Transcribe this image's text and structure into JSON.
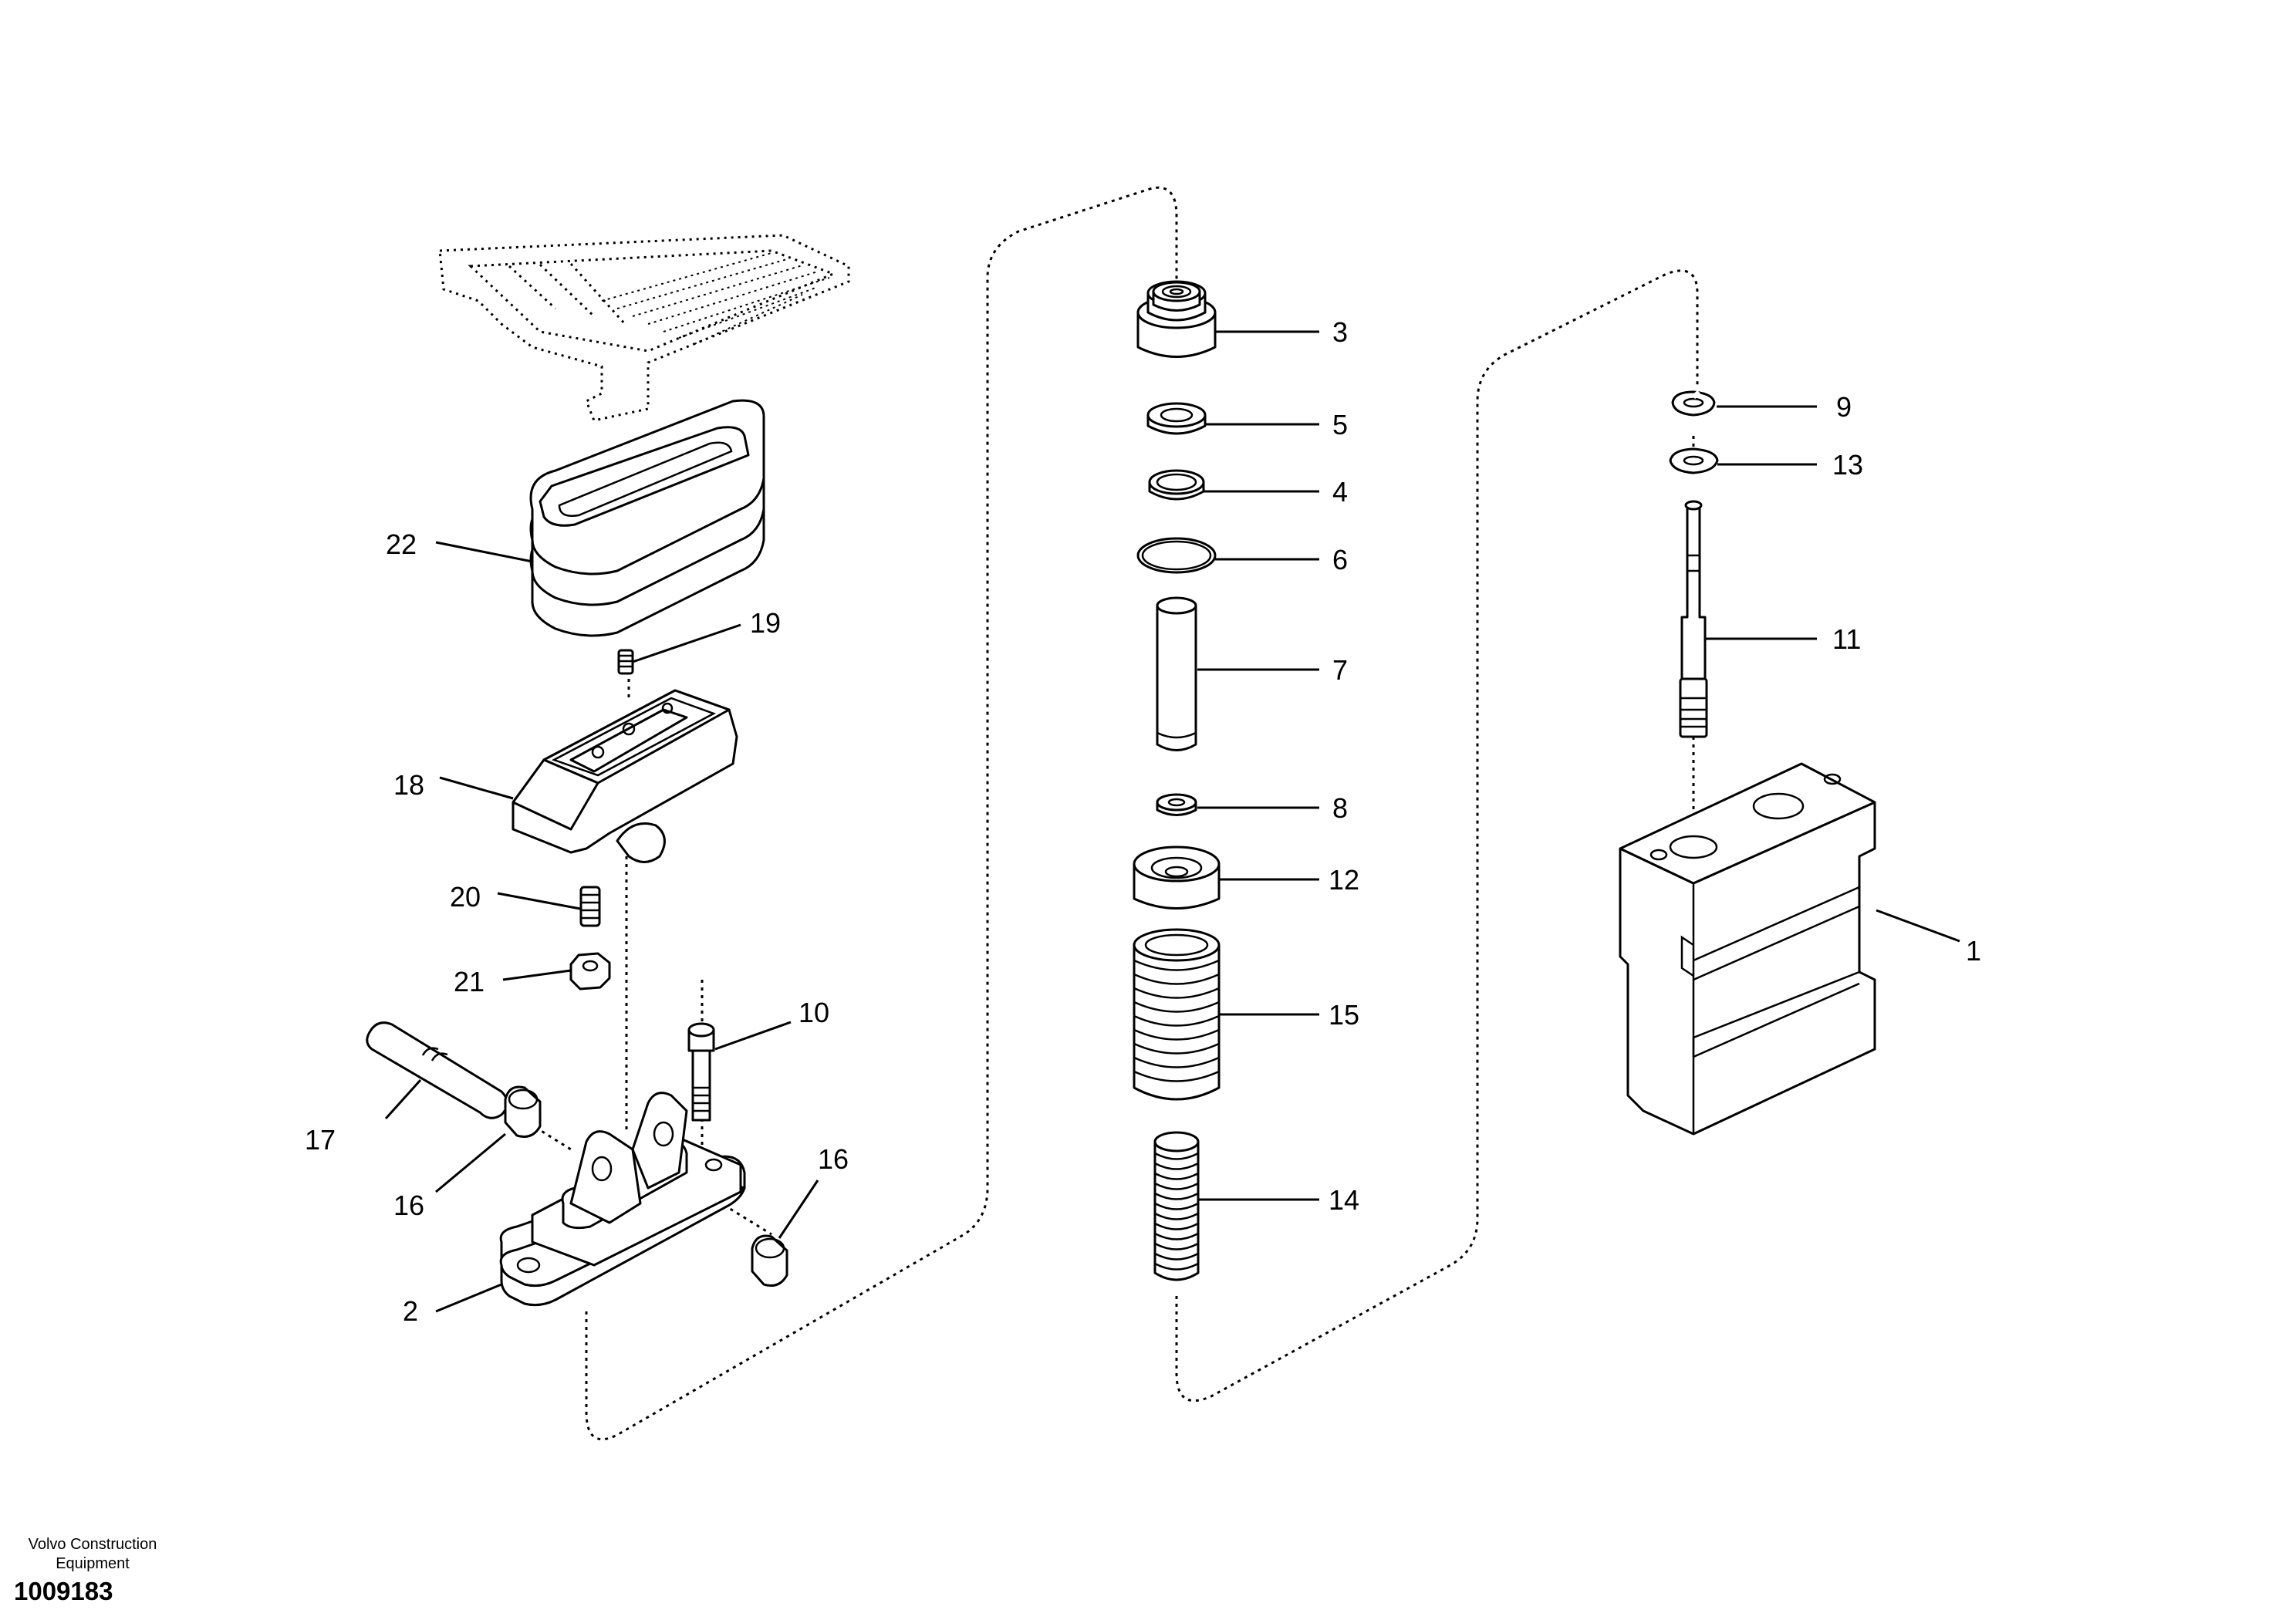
{
  "diagram": {
    "type": "exploded-parts-diagram",
    "callouts": [
      {
        "label": "1"
      },
      {
        "label": "2"
      },
      {
        "label": "3"
      },
      {
        "label": "4"
      },
      {
        "label": "5"
      },
      {
        "label": "6"
      },
      {
        "label": "7"
      },
      {
        "label": "8"
      },
      {
        "label": "9"
      },
      {
        "label": "10"
      },
      {
        "label": "11"
      },
      {
        "label": "12"
      },
      {
        "label": "13"
      },
      {
        "label": "14"
      },
      {
        "label": "15"
      },
      {
        "label": "16"
      },
      {
        "label": "16"
      },
      {
        "label": "17"
      },
      {
        "label": "18"
      },
      {
        "label": "19"
      },
      {
        "label": "20"
      },
      {
        "label": "21"
      },
      {
        "label": "22"
      }
    ]
  },
  "footer": {
    "company_line1": "Volvo Construction",
    "company_line2": "Equipment",
    "figure_id": "1009183"
  }
}
